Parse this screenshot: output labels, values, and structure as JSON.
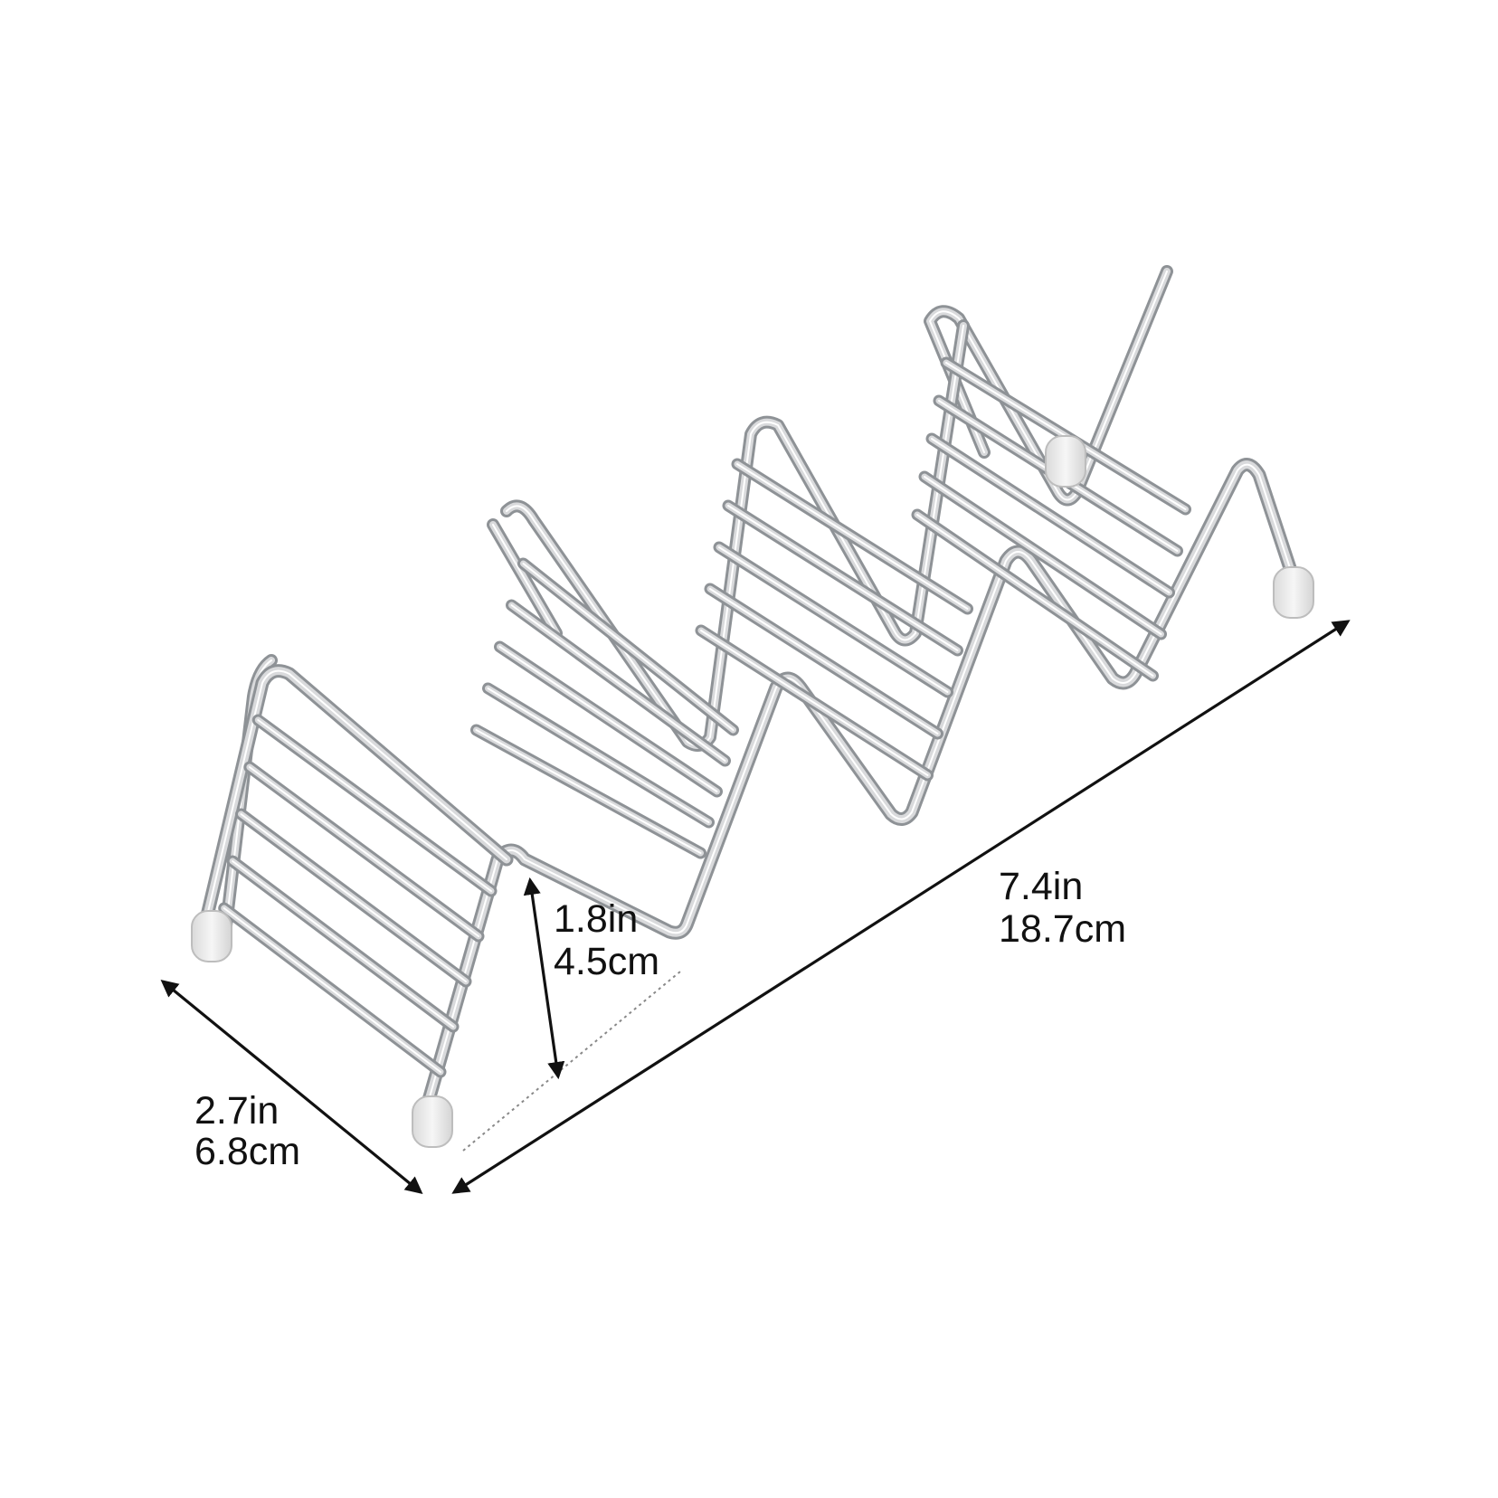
{
  "dimensions": {
    "width": {
      "inches": "2.7in",
      "cm": "6.8cm"
    },
    "height": {
      "inches": "1.8in",
      "cm": "4.5cm"
    },
    "length": {
      "inches": "7.4in",
      "cm": "18.7cm"
    }
  },
  "colors": {
    "background": "#ffffff",
    "wire": "#d9dadc",
    "wire_shade": "#8e9296",
    "foot": "#ededed",
    "arrow": "#111111",
    "text": "#111111"
  },
  "product": {
    "peaks": 4,
    "rails_per_face": 5
  }
}
